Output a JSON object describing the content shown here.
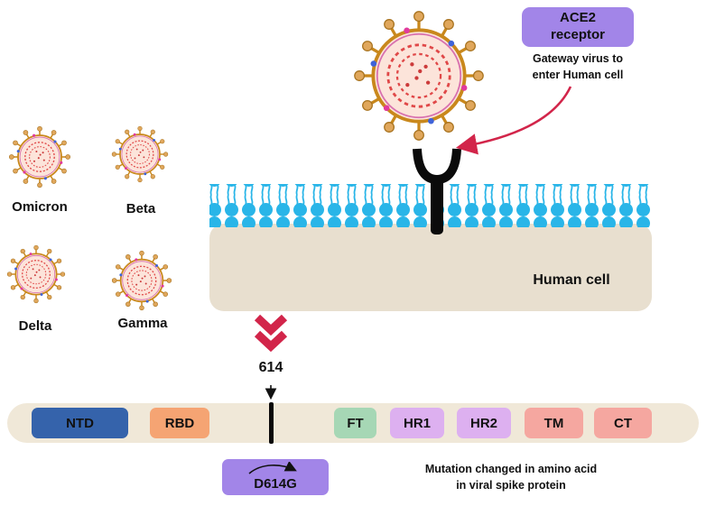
{
  "variants": {
    "items": [
      {
        "name": "Omicron"
      },
      {
        "name": "Beta"
      },
      {
        "name": "Delta"
      },
      {
        "name": "Gamma"
      }
    ]
  },
  "ace2": {
    "label_line1": "ACE2",
    "label_line2": "receptor",
    "caption_line1": "Gateway virus to",
    "caption_line2": "enter Human cell"
  },
  "cell": {
    "label": "Human cell"
  },
  "spike_map": {
    "position_label": "614",
    "mutation_label": "D614G",
    "caption_line1": "Mutation changed in amino acid",
    "caption_line2": "in viral spike protein",
    "domains": [
      {
        "label": "NTD",
        "color": "#3563ab"
      },
      {
        "label": "RBD",
        "color": "#f5a473"
      },
      {
        "label": "FT",
        "color": "#a6d7b5"
      },
      {
        "label": "HR1",
        "color": "#ddb0f0"
      },
      {
        "label": "HR2",
        "color": "#ddb0f0"
      },
      {
        "label": "TM",
        "color": "#f5a7a0"
      },
      {
        "label": "CT",
        "color": "#f5a7a0"
      }
    ]
  },
  "colors": {
    "purple_box": "#a285e8",
    "membrane_blue": "#29b5e8",
    "cell_body": "#e8dfcf",
    "bar_body": "#f0e8d8",
    "accent_red": "#d2254a",
    "receptor_black": "#0b0b0b"
  }
}
